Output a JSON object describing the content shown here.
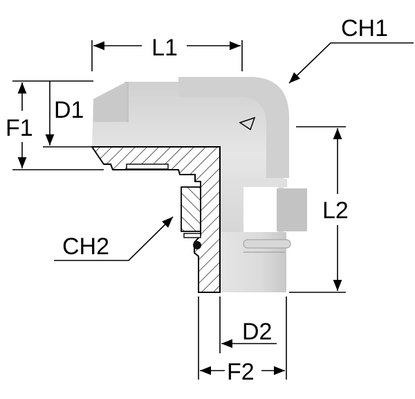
{
  "labels": {
    "l1": "L1",
    "ch1": "CH1",
    "f1": "F1",
    "d1": "D1",
    "l2": "L2",
    "ch2": "CH2",
    "d2": "D2",
    "f2": "F2"
  },
  "colors": {
    "body": "#d9d9d9",
    "body_light": "#e8e8e8",
    "nut_dark": "#bdbdbd",
    "line": "#000000"
  }
}
